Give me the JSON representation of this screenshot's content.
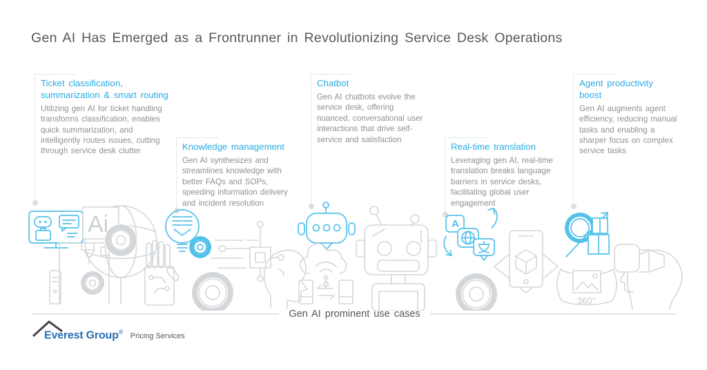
{
  "page": {
    "title": "Gen AI Has Emerged as a Frontrunner in Revolutionizing Service Desk Operations",
    "caption": "Gen AI prominent use cases"
  },
  "colors": {
    "accent_blue": "#29ABE2",
    "body_gray": "#8D9093",
    "title_gray": "#56575B",
    "line_gray": "#E5E7E9",
    "illustration_gray": "#D4D7DA",
    "illustration_blue": "#53C1EA",
    "logo_blue": "#2B70B2"
  },
  "callouts": [
    {
      "title": "Ticket classification, summarization & smart routing",
      "body": "Utilizing gen AI for ticket handling transforms classification, enables quick summarization, and intelligently routes issues, cutting through service desk clutter"
    },
    {
      "title": "Knowledge management",
      "body": "Gen AI synthesizes and streamlines knowledge with better FAQs and SOPs, speeding information delivery and incident resolution"
    },
    {
      "title": "Chatbot",
      "body": "Gen AI chatbots evolve the service desk, offering nuanced, conversational user interactions that drive self-service and satisfaction"
    },
    {
      "title": "Real-time translation",
      "body": "Leveraging gen AI, real-time translation breaks language barriers in service desks, facilitating global user engagement"
    },
    {
      "title": "Agent productivity boost",
      "body": "Gen AI augments agent efficiency, reducing manual tasks and enabling a sharper focus on complex service tasks"
    }
  ],
  "illustrations": {
    "ai_label": "Ai",
    "panorama_label": "360°",
    "translate_letter": "A"
  },
  "footer": {
    "brand": "Everest Group",
    "registered": "®",
    "suffix": "Pricing Services"
  }
}
